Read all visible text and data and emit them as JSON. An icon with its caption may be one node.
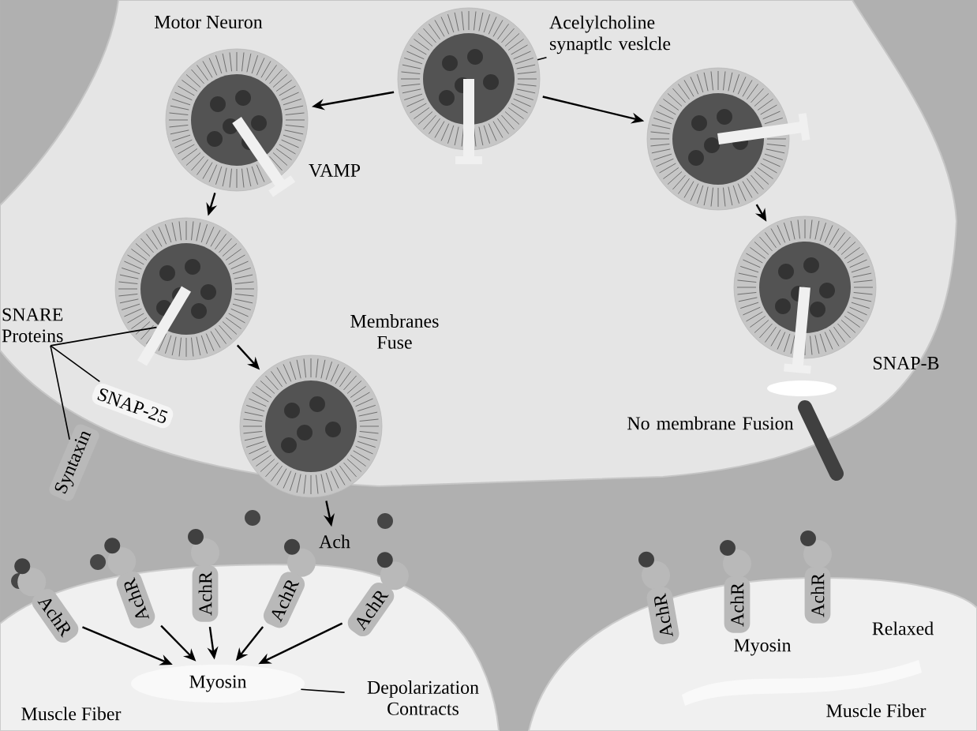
{
  "diagram": {
    "nodes": [
      {
        "text": [],
        "shape": "circle"
      },
      {
        "text": [],
        "shape": "circle"
      },
      {
        "text": [],
        "shape": "circle"
      },
      {
        "text": [],
        "shape": "circle"
      },
      {
        "text": [],
        "shape": "circle"
      },
      {
        "text": [],
        "shape": "circle"
      },
      {
        "text": [
          "Acelylcholine synaptlc veslcle"
        ]
      },
      {
        "text": [
          "SNARE Proteins"
        ]
      },
      {
        "text": [
          "SNAP-25"
        ]
      },
      {
        "text": [
          "Syntaxin"
        ]
      },
      {
        "text": [
          "Ach"
        ]
      },
      {
        "text": [
          "AchR"
        ]
      },
      {
        "text": [
          "AchR"
        ]
      },
      {
        "text": [
          "AchR"
        ]
      },
      {
        "text": [
          "AchR"
        ]
      },
      {
        "text": [
          "AchR"
        ]
      },
      {
        "text": [
          "Myosin"
        ]
      },
      {
        "text": [
          "Depolarization Contracts"
        ]
      },
      {
        "text": [
          "AchR"
        ]
      },
      {
        "text": [
          "AchR"
        ]
      },
      {
        "text": [
          "AchR"
        ]
      },
      {
        "text": [],
        "shape": "bar"
      }
    ],
    "edges": [
      {
        "from": 0,
        "to": 1,
        "arrow": "to"
      },
      {
        "from": 0,
        "to": 2,
        "arrow": "to"
      },
      {
        "from": 1,
        "to": 3,
        "arrow": "to"
      },
      {
        "from": 2,
        "to": 5,
        "arrow": "to"
      },
      {
        "from": 3,
        "to": 4,
        "arrow": "to"
      },
      {
        "from": 4,
        "to": 10,
        "arrow": "to"
      },
      {
        "from": 11,
        "to": 16,
        "arrow": "to"
      },
      {
        "from": 12,
        "to": 16,
        "arrow": "to"
      },
      {
        "from": 13,
        "to": 16,
        "arrow": "to"
      },
      {
        "from": 14,
        "to": 16,
        "arrow": "to"
      },
      {
        "from": 15,
        "to": 16,
        "arrow": "to"
      },
      {
        "from": 6,
        "to": 0,
        "arrow": "none"
      },
      {
        "from": 7,
        "to": 8,
        "arrow": "none"
      },
      {
        "from": 7,
        "to": 9,
        "arrow": "none"
      },
      {
        "from": 7,
        "to": 21,
        "arrow": "none"
      },
      {
        "from": 17,
        "to": 16,
        "arrow": "none"
      }
    ],
    "labels": [
      "Motor Neuron",
      "VAMP",
      "Membranes Fuse",
      "SNAP-B",
      "No membrane Fusion",
      "Relaxed",
      "Myosin",
      "Muscle Fiber",
      "Muscle Fiber"
    ]
  }
}
